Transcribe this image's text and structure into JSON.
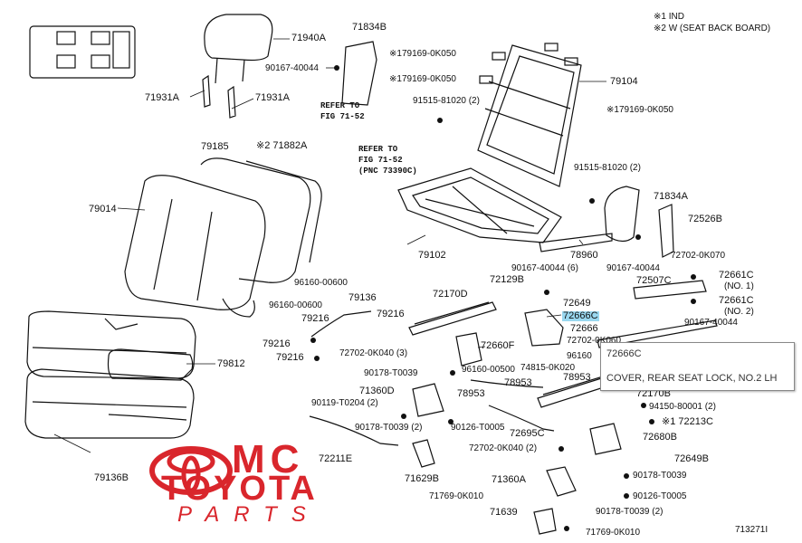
{
  "notes": {
    "line1": "※1 IND",
    "line2": "※2 W (SEAT BACK BOARD)"
  },
  "refs": {
    "r1a": "REFER TO",
    "r1b": "FIG 71-52",
    "r2a": "REFER TO",
    "r2b": "FIG 71-52",
    "r2c": "(PNC 73390C)"
  },
  "labels": {
    "l71940A": "71940A",
    "l71834B": "71834B",
    "l90167a": "90167-40044",
    "l179169a": "※179169-0K050",
    "l179169b": "※179169-0K050",
    "l79104": "79104",
    "l71931Aa": "71931A",
    "l71931Ab": "71931A",
    "l91515a": "91515-81020 (2)",
    "l179169c": "※179169-0K050",
    "l79185": "79185",
    "l71882A": "※2 71882A",
    "l91515b": "91515-81020 (2)",
    "l79014": "79014",
    "l71834A": "71834A",
    "l72526B": "72526B",
    "l79102": "79102",
    "l78960": "78960",
    "l72702a": "72702-0K070",
    "l90167b": "90167-40044 (6)",
    "l90167c": "90167-40044",
    "l96160a": "96160-00600",
    "l72129B": "72129B",
    "l72661Ca": "72661C",
    "l72661Cb": "(NO. 1)",
    "l72507C": "72507C",
    "l72661Cc": "72661C",
    "l72661Cd": "(NO. 2)",
    "l72170D": "72170D",
    "l79136": "79136",
    "l96160b": "96160-00600",
    "l72649": "72649",
    "l72666C": "72666C",
    "l90167d": "90167-40044",
    "l79216a": "79216",
    "l79216b": "79216",
    "l72666": "72666",
    "l79216c": "79216",
    "l72702b": "72702-0K040 (3)",
    "l72660F": "72660F",
    "l72702c": "72702-0K060",
    "l79216d": "79216",
    "l96160c": "96160",
    "l96160d": "96160-00500",
    "l79812": "79812",
    "l74815": "74815-0K020",
    "l90178a": "90178-T0039",
    "l78953a": "78953",
    "l78953b": "78953",
    "l71360D": "71360D",
    "l78953c": "78953",
    "l90119": "90119-T0204 (2)",
    "l72170B": "72170B",
    "l94150": "94150-80001 (2)",
    "l90178b": "90178-T0039 (2)",
    "l90126a": "90126-T0005",
    "l72213C": "※1 72213C",
    "l72695C": "72695C",
    "l72680B": "72680B",
    "l72702d": "72702-0K040 (2)",
    "l72211E": "72211E",
    "l72649B": "72649B",
    "l71629B": "71629B",
    "l90178c": "90178-T0039",
    "l79136B": "79136B",
    "l71360A": "71360A",
    "l71769a": "71769-0K010",
    "l90126b": "90126-T0005",
    "l71639": "71639",
    "l90178d": "90178-T0039 (2)",
    "l71769b": "71769-0K010"
  },
  "tooltip": {
    "part": "72666C",
    "desc": "COVER, REAR SEAT LOCK, NO.2 LH"
  },
  "watermark": {
    "line1": "MC",
    "line2": "TOYOTA",
    "line3": "PARTS"
  },
  "illustration_code": "713271I",
  "colors": {
    "highlight": "#9ad8f0",
    "brand_red": "#d9262c"
  }
}
